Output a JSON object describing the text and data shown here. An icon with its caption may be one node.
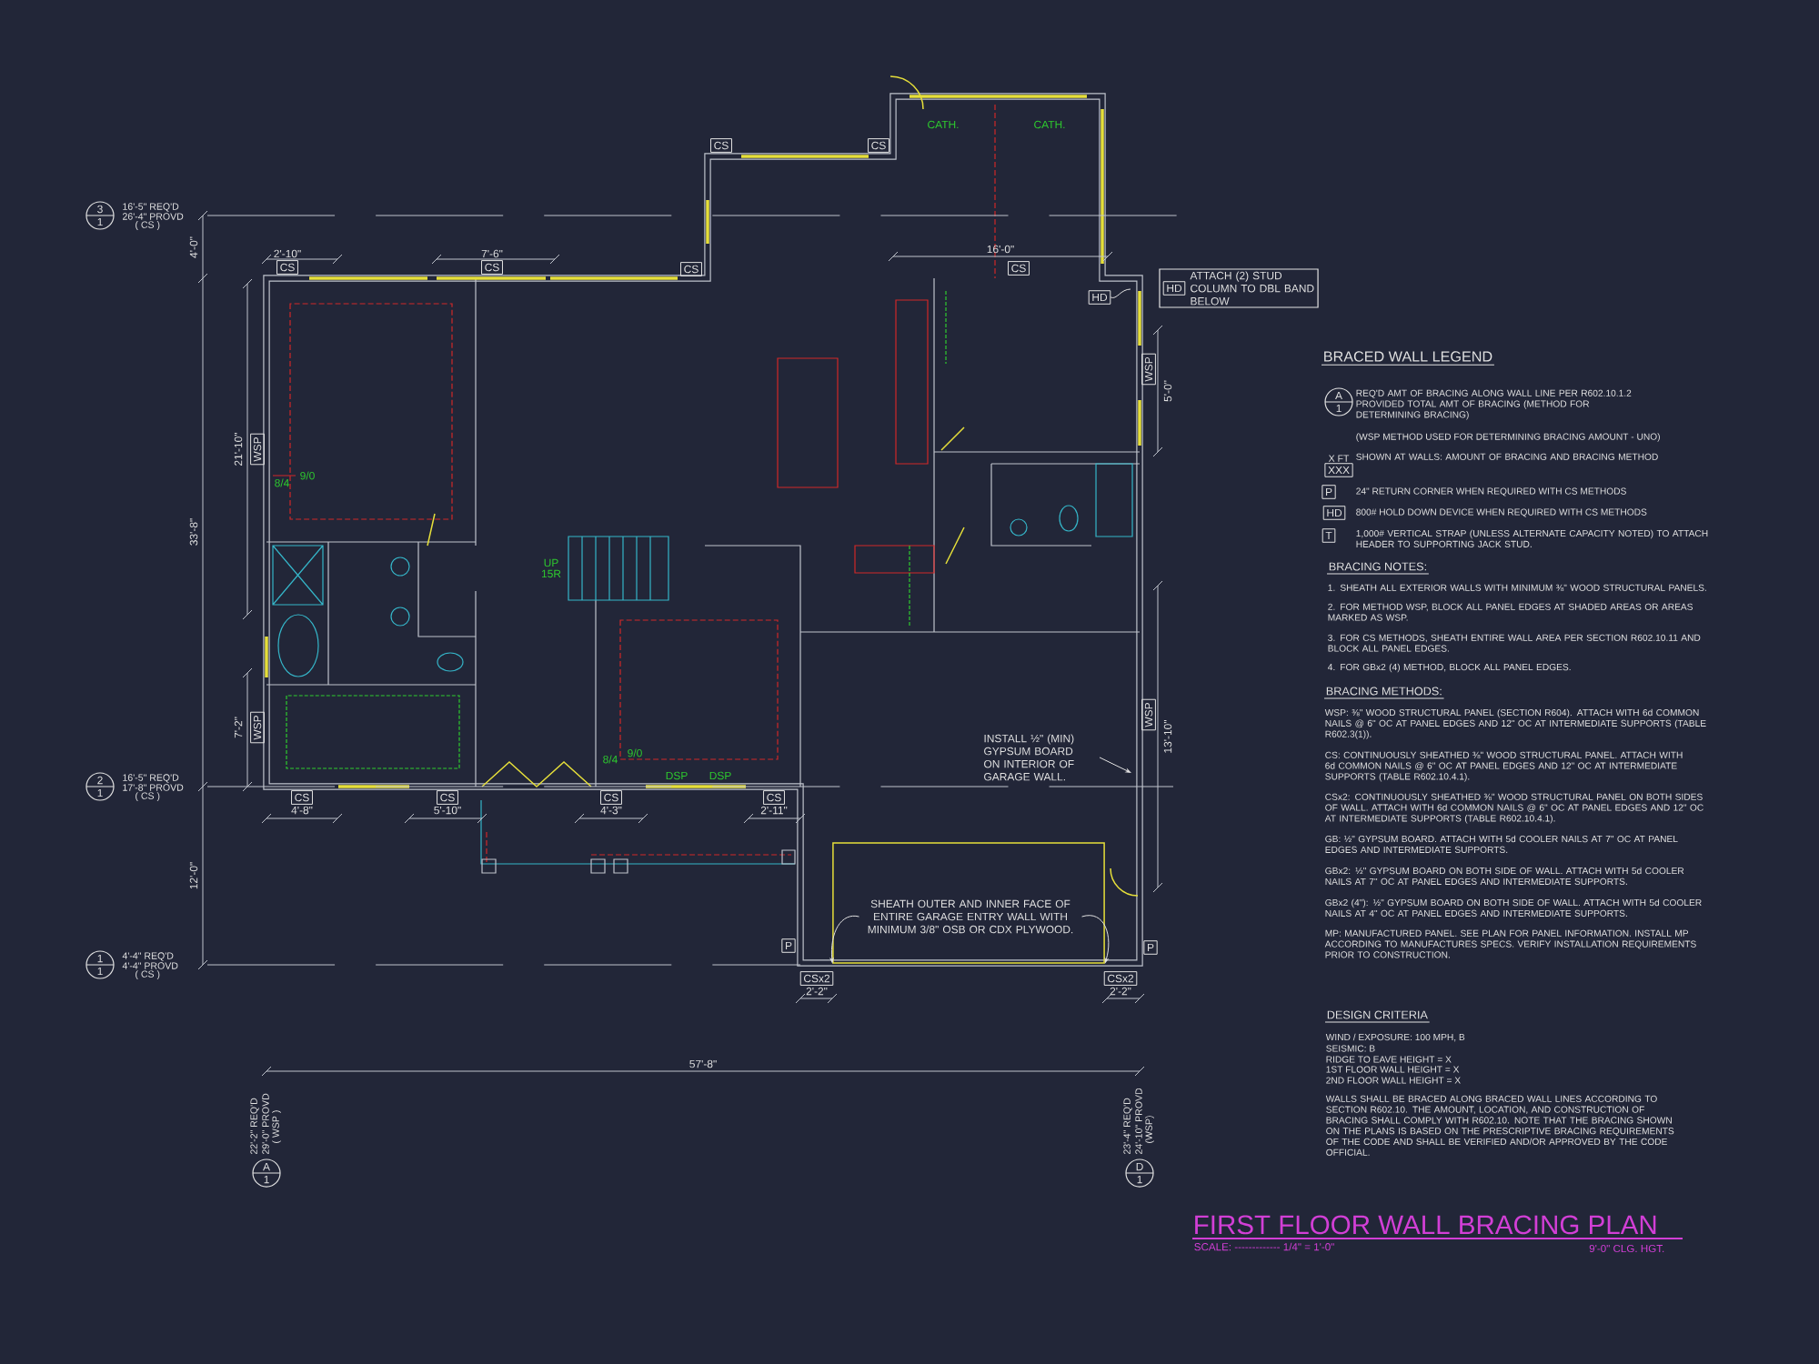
{
  "diagram": {
    "title": "FIRST FLOOR WALL BRACING PLAN",
    "nodes": [
      {
        "text": [
          "3",
          "1"
        ],
        "beside": [
          "16'-5\" REQ'D",
          "26'-4\" PROVD",
          "( CS )"
        ]
      },
      {
        "text": [
          "2",
          "1"
        ],
        "beside": [
          "16'-5\" REQ'D",
          "17'-8\" PROVD",
          "( CS )"
        ]
      },
      {
        "text": [
          "1",
          "1"
        ],
        "beside": [
          "4'-4\" REQ'D",
          "4'-4\" PROVD",
          "( CS )"
        ]
      },
      {
        "text": [
          "A",
          "1"
        ],
        "beside": [
          "22'-2\" REQ'D",
          "29'-0\" PROVD",
          "( WSP )"
        ]
      },
      {
        "text": [
          "D",
          "1"
        ],
        "beside": [
          "23'-4\" REQ'D",
          "24'-10\" PROVD",
          "(WSP)"
        ]
      },
      {
        "text": [
          "HD",
          "ATTACH (2) STUD COLUMN TO DBL BAND BELOW"
        ]
      },
      {
        "text": [
          "HD"
        ]
      },
      {
        "text": [
          "INSTALL ½\" (MIN) GYPSUM BOARD ON INTERIOR OF GARAGE WALL."
        ]
      },
      {
        "text": [],
        "shape": "box"
      },
      {
        "text": [
          "SHEATH OUTER AND INNER FACE OF ENTIRE GARAGE ENTRY WALL WITH MINIMUM 3/8\" OSB OR CDX PLYWOOD."
        ],
        "in": 8
      }
    ],
    "edges": [
      {
        "from": 6,
        "to": null,
        "arrow": "none"
      },
      {
        "from": 7,
        "to": null,
        "arrow": "to"
      },
      {
        "from": 9,
        "to": 8,
        "arrow": "to"
      },
      {
        "from": 9,
        "to": 8,
        "arrow": "to"
      }
    ],
    "labels": [
      "CATH.",
      "CATH.",
      "2'-10\"",
      "CS",
      "7'-6\"",
      "CS",
      "CS",
      "CS",
      "CS",
      "16'-0\"",
      "CS",
      "4'-0\"",
      "33'-8\"",
      "12'-0\"",
      "21'-10\"",
      "WSP",
      "7'-2\"",
      "WSP",
      "WSP",
      "5'-0\"",
      "WSP",
      "13'-10\"",
      "8/4",
      "9/0",
      "UP",
      "15R",
      "8/4",
      "9/0",
      "DSP",
      "DSP",
      "CS",
      "4'-8\"",
      "CS",
      "5'-10\"",
      "CS",
      "4'-3\"",
      "CS",
      "2'-11\"",
      "P",
      "P",
      "CSx2",
      "2'-2\"",
      "CSx2",
      "2'-2\"",
      "57'-8\"",
      "BRACED WALL LEGEND",
      "A",
      "1",
      "(WSP METHOD USED FOR DETERMINING BRACING AMOUNT - UNO)",
      "X FT",
      "XXX",
      "P",
      "HD",
      "T",
      "BRACING NOTES:",
      "1. SHEATH ALL EXTERIOR WALLS WITH MINIMUM ⅜\" WOOD STRUCTURAL PANELS.",
      "2. FOR METHOD WSP, BLOCK ALL PANEL EDGES AT SHADED AREAS OR AREAS MARKED AS WSP.",
      "3. FOR CS METHODS, SHEATH ENTIRE WALL AREA PER SECTION R602.10.11 AND BLOCK ALL PANEL EDGES.",
      "4. FOR GBx2 (4) METHOD, BLOCK ALL PANEL EDGES.",
      "BRACING METHODS:",
      "WSP: ⅜\" WOOD STRUCTURAL PANEL (SECTION R604). ATTACH WITH 6d COMMON NAILS @ 6\" OC AT PANEL EDGES AND 12\" OC AT INTERMEDIATE SUPPORTS (TABLE R602.3(1)).",
      "CS: CONTINUOUSLY SHEATHED ⅜\" WOOD STRUCTURAL PANEL. ATTACH WITH 6d COMMON NAILS @ 6\" OC AT PANEL EDGES AND 12\" OC AT INTERMEDIATE SUPPORTS (TABLE R602.10.4.1).",
      "CSx2: CONTINUOUSLY SHEATHED ⅜\" WOOD STRUCTURAL PANEL ON BOTH SIDES OF WALL. ATTACH WITH 6d COMMON NAILS @ 6\" OC AT PANEL EDGES AND 12\" OC AT INTERMEDIATE SUPPORTS (TABLE R602.10.4.1).",
      "GB: ½\" GYPSUM BOARD. ATTACH WITH 5d COOLER NAILS AT 7\" OC AT PANEL EDGES AND INTERMEDIATE SUPPORTS.",
      "GBx2: ½\" GYPSUM BOARD ON BOTH SIDE OF WALL. ATTACH WITH 5d COOLER NAILS AT 7\" OC AT PANEL EDGES AND INTERMEDIATE SUPPORTS.",
      "GBx2 (4\"): ½\" GYPSUM BOARD ON BOTH SIDE OF WALL. ATTACH WITH 5d COOLER NAILS AT 4\" OC AT PANEL EDGES AND INTERMEDIATE SUPPORTS.",
      "MP: MANUFACTURED PANEL. SEE PLAN FOR PANEL INFORMATION. INSTALL MP ACCORDING TO MANUFACTURES SPECS. VERIFY INSTALLATION REQUIREMENTS PRIOR TO CONSTRUCTION.",
      "DESIGN CRITERIA",
      "WIND / EXPOSURE:  100 MPH, B",
      "SEISMIC:  B",
      "RIDGE TO EAVE HEIGHT = X",
      "1ST FLOOR WALL HEIGHT = X",
      "2ND FLOOR WALL HEIGHT = X",
      "WALLS SHALL BE BRACED ALONG BRACED WALL LINES ACCORDING TO SECTION R602.10. THE AMOUNT, LOCATION, AND CONSTRUCTION OF BRACING SHALL COMPLY WITH R602.10. NOTE THAT THE BRACING SHOWN ON THE PLANS IS BASED ON THE PRESCRIPTIVE BRACING REQUIREMENTS OF THE CODE AND SHALL BE VERIFIED AND/OR APPROVED BY THE CODE OFFICIAL.",
      "SCALE: ------------- 1/4\" = 1'-0\"",
      "9'-0\" CLG. HGT."
    ],
    "legend": [
      {
        "text": "REQ'D AMT OF BRACING ALONG WALL LINE PER R602.10.1.2 PROVIDED TOTAL AMT OF BRACING (METHOD FOR DETERMINING BRACING)"
      },
      {
        "text": "SHOWN AT WALLS: AMOUNT OF BRACING AND BRACING METHOD"
      },
      {
        "text": "24\" RETURN CORNER WHEN REQUIRED WITH CS METHODS"
      },
      {
        "text": "800# HOLD DOWN DEVICE WHEN REQUIRED WITH CS METHODS"
      },
      {
        "text": "1,000# VERTICAL STRAP (UNLESS ALTERNATE CAPACITY NOTED) TO ATTACH HEADER TO SUPPORTING JACK STUD."
      }
    ]
  }
}
